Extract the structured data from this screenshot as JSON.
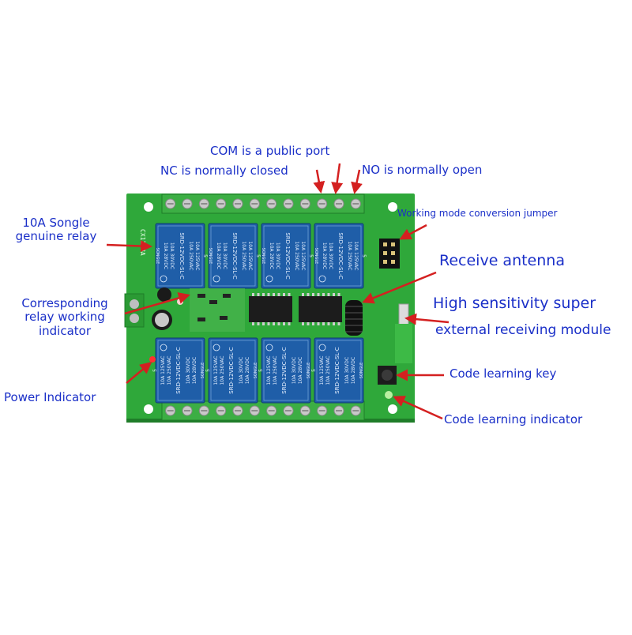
{
  "board": {
    "silkscreen": "CX12-8A",
    "relay_count": 8,
    "terminal_count_per_row": 12,
    "relay_model": "SRD-12VDC-SL-C",
    "relay_brand": "SONGLE",
    "relay_ratings": [
      "10A 250VAC",
      "10A 125VAC",
      "10A 30VDC",
      "10A 28VDC"
    ],
    "relay_pin_number": "5"
  },
  "colors": {
    "pcb_green": "#2fa83a",
    "relay_blue": "#1f5ea8",
    "terminal_green": "#3cae44",
    "label_blue": "#1a2fc8",
    "arrow_red": "#d42020"
  },
  "labels": {
    "com": "COM is a public port",
    "nc": "NC is normally closed",
    "no": "NO is normally open",
    "relay_line1": "10A Songle",
    "relay_line2": "genuine relay",
    "mode_jumper": "Working mode conversion jumper",
    "antenna": "Receive antenna",
    "indicator_line1": "Corresponding",
    "indicator_line2": "relay working",
    "indicator_line3": "indicator",
    "sensitivity_line1": "High sensitivity super",
    "sensitivity_line2": "external receiving module",
    "power": "Power Indicator",
    "learn_key": "Code learning key",
    "learn_indicator": "Code learning indicator"
  }
}
